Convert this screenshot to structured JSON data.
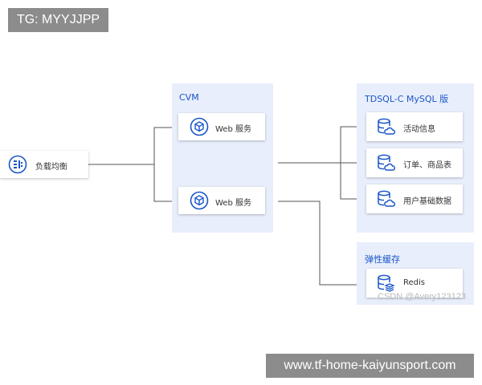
{
  "watermarks": {
    "top": "TG: MYYJJPP",
    "bottom": "www.tf-home-kaiyunsport.com",
    "csdn": "CSDN @Avery123123"
  },
  "load_balancer": {
    "label": "负载均衡",
    "icon": "load-balancer-icon"
  },
  "cvm": {
    "title": "CVM",
    "services": [
      {
        "label": "Web 服务",
        "icon": "cube-icon"
      },
      {
        "label": "Web 服务",
        "icon": "cube-icon"
      }
    ]
  },
  "tdsql": {
    "title": "TDSQL-C MySQL 版",
    "databases": [
      {
        "label": "活动信息",
        "icon": "database-cloud-icon"
      },
      {
        "label": "订单、商品表",
        "icon": "database-cloud-icon"
      },
      {
        "label": "用户基础数据",
        "icon": "database-cloud-icon"
      }
    ]
  },
  "cache": {
    "title": "弹性缓存",
    "items": [
      {
        "label": "Redis",
        "icon": "database-stack-icon"
      }
    ]
  },
  "colors": {
    "accent": "#1a56c8",
    "group_bg": "#e8eefb",
    "connector": "#555555",
    "watermark_bg": "#8c8c8c"
  }
}
